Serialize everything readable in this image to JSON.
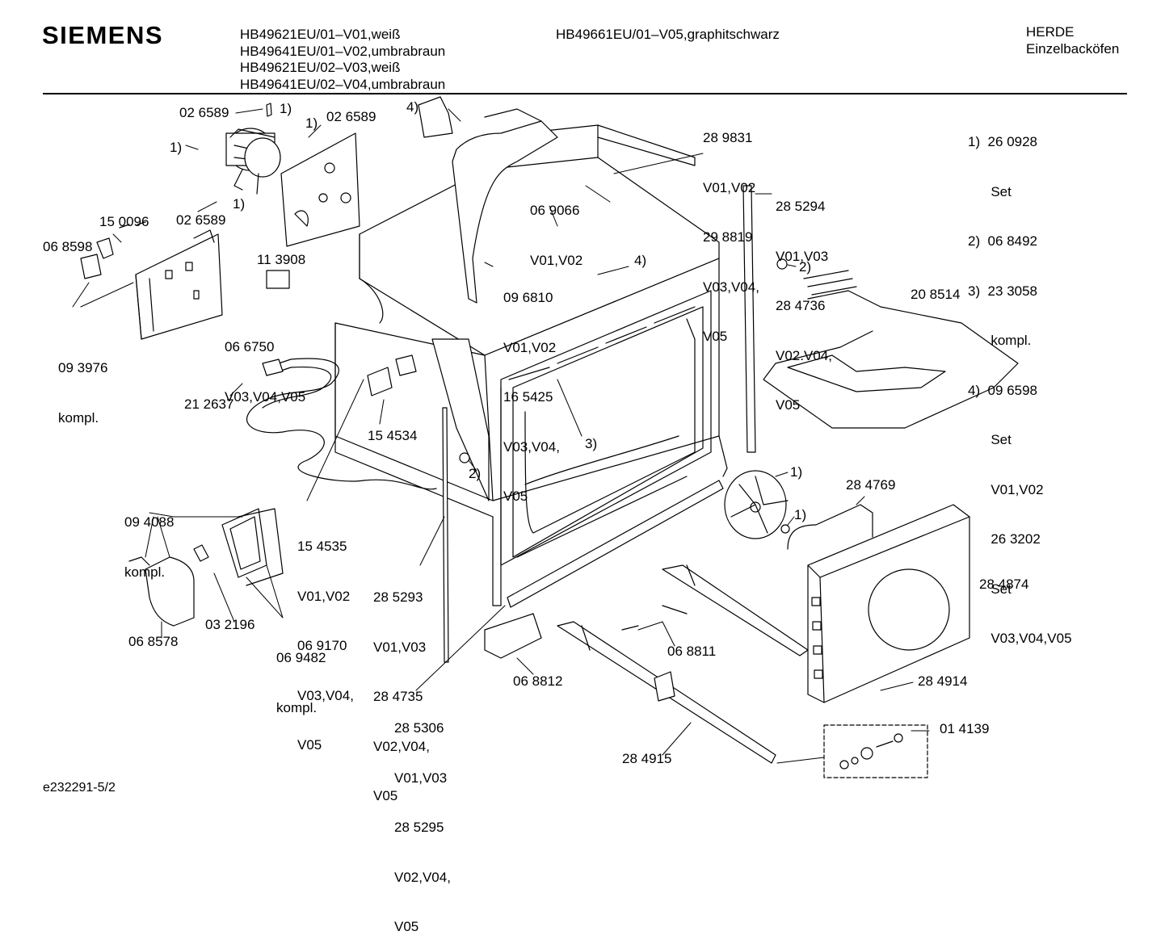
{
  "header": {
    "brand": "SIEMENS",
    "models_left": [
      "HB49621EU/01–V01,weiß",
      "HB49641EU/01–V02,umbrabraun",
      "HB49621EU/02–V03,weiß",
      "HB49641EU/02–V04,umbrabraun"
    ],
    "model_center": "HB49661EU/01–V05,graphitschwarz",
    "category": [
      "HERDE",
      "Einzelbacköfen"
    ]
  },
  "footnotes": [
    "1)  26 0928",
    "      Set",
    "2)  06 8492",
    "3)  23 3058",
    "      kompl.",
    "4)  09 6598",
    "      Set",
    "      V01,V02",
    "      26 3202",
    "      Set",
    "      V03,V04,V05"
  ],
  "labels": {
    "p026589a": "02 6589",
    "m1a": "1)",
    "m1b": "1)",
    "p026589b": "02 6589",
    "m1c": "1)",
    "m4a": "4)",
    "p289831": [
      "28 9831",
      "V01,V02",
      "29 8819",
      "V03,V04,",
      "V05"
    ],
    "p069066": [
      "06 9066",
      "V01,V02"
    ],
    "m1d": "1)",
    "p150096": "15 0096",
    "p026589c": "02 6589",
    "p068598": "06 8598",
    "p113908": "11 3908",
    "p066750": [
      "06 6750",
      "V03,V04,V05"
    ],
    "p093976": [
      "09 3976",
      "kompl."
    ],
    "p096810": [
      "09 6810",
      "V01,V02",
      "16 5425",
      "V03,V04,",
      "V05"
    ],
    "m4b": "4)",
    "p285294": [
      "28 5294",
      "V01,V03",
      "28 4736",
      "V02.V04,",
      "V05"
    ],
    "m2a": "2)",
    "p208514": "20 8514",
    "p212637": "21 2637",
    "p154534": "15 4534",
    "m3a": "3)",
    "m2b": "2)",
    "p094088": [
      "09 4088",
      "kompl."
    ],
    "p154535": [
      "15 4535",
      "V01,V02",
      "06 9170",
      "V03,V04,",
      "V05"
    ],
    "p285293": [
      "28 5293",
      "V01,V03",
      "28 4735",
      "V02,V04,",
      "V05"
    ],
    "m1e": "1)",
    "p284769": "28 4769",
    "m1f": "1)",
    "p284874": "28 4874",
    "p068578": "06 8578",
    "p032196": "03 2196",
    "p069482": [
      "06 9482",
      "kompl."
    ],
    "p068811": "06 8811",
    "p068812": "06 8812",
    "p284914": "28 4914",
    "p285306": [
      "28 5306",
      "V01,V03",
      "28 5295",
      "V02,V04,",
      "V05"
    ],
    "p014139": "01 4139",
    "p284915": "28 4915"
  },
  "footer": {
    "drawing_id": "e232291-5/2"
  }
}
